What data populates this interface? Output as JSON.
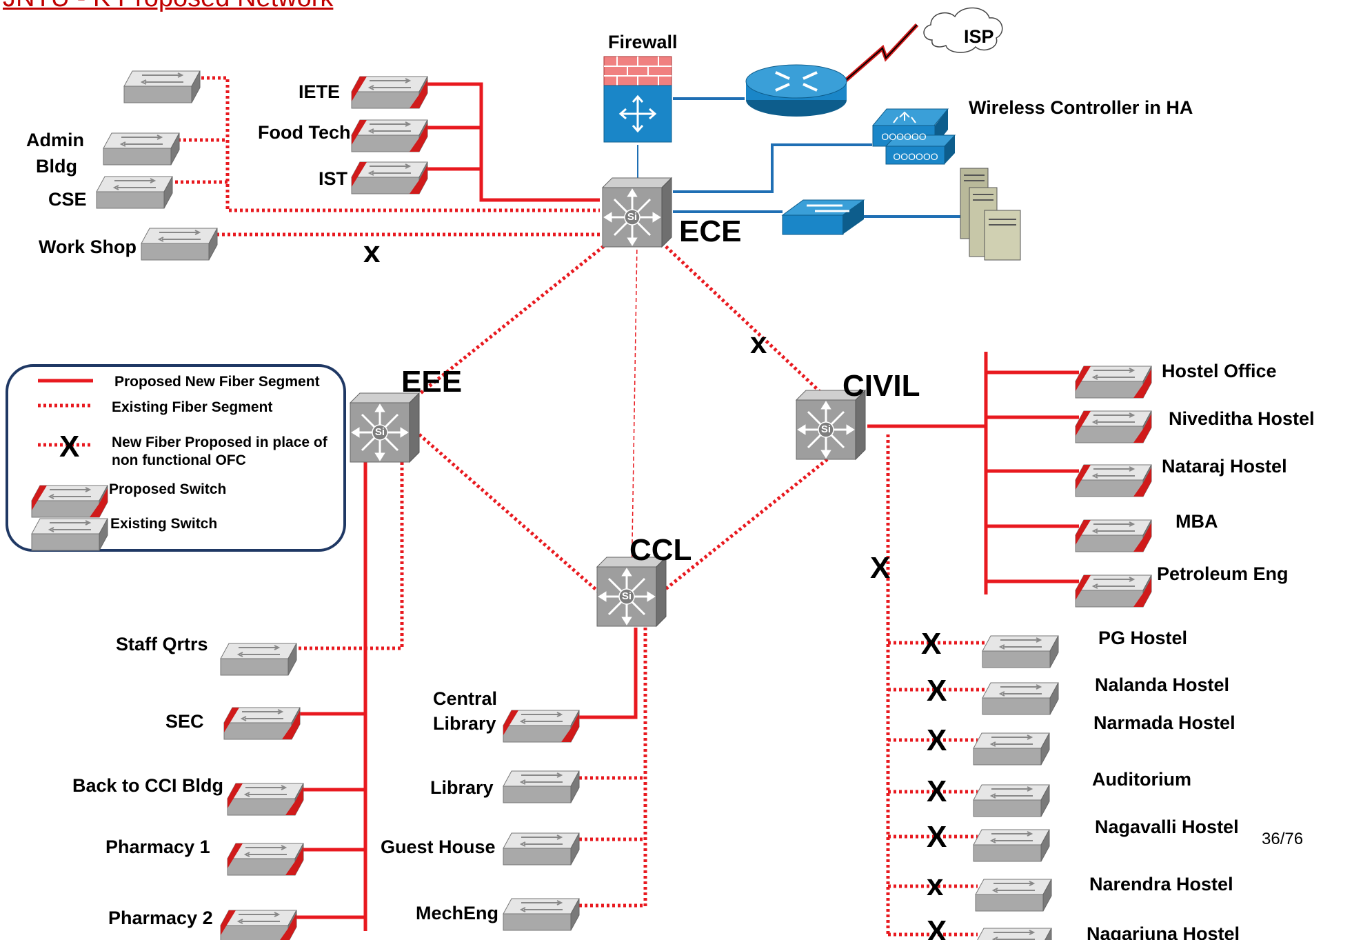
{
  "title": "JNTU - K Proposed Network",
  "page_number": "36/76",
  "colors": {
    "new_fiber": "#e8191f",
    "existing_fiber": "#e8191f",
    "uplink": "#1f6fb4",
    "legend_border": "#1f3864"
  },
  "core": {
    "ece": "ECE",
    "eee": "EEE",
    "civil": "CIVIL",
    "ccl": "CCL",
    "si": "Si"
  },
  "wan": {
    "firewall": "Firewall",
    "isp": "ISP",
    "wireless_controller": "Wireless Controller in HA"
  },
  "ece_existing": {
    "admin": "Admin Bldg",
    "admin_1": "Admin",
    "admin_2": "Bldg",
    "cse": "CSE",
    "workshop": "Work Shop"
  },
  "ece_new": {
    "iete": "IETE",
    "foodtech": "Food Tech",
    "ist": "IST"
  },
  "eee_branch": {
    "staff": "Staff Qrtrs",
    "sec": "SEC",
    "cci": "Back to CCI Bldg",
    "pharmacy1": "Pharmacy 1",
    "pharmacy2": "Pharmacy 2"
  },
  "ccl_branch": {
    "central_library": "Central Library",
    "central_1": "Central",
    "central_2": "Library",
    "library": "Library",
    "guest_house": "Guest House",
    "mecheng": "MechEng"
  },
  "civil_new": {
    "hostel_office": "Hostel Office",
    "niveditha": "Niveditha Hostel",
    "nataraj": "Nataraj Hostel",
    "mba": "MBA",
    "petroleum": "Petroleum Eng"
  },
  "civil_existing": {
    "pg": "PG Hostel",
    "nalanda": "Nalanda Hostel",
    "narmada": "Narmada Hostel",
    "auditorium": "Auditorium",
    "nagavalli": "Nagavalli Hostel",
    "narendra": "Narendra Hostel",
    "nagarjuna": "Nagarjuna Hostel"
  },
  "legend": {
    "new_fiber": "Proposed New Fiber Segment",
    "existing_fiber": "Existing Fiber Segment",
    "x_line1": "New Fiber Proposed in place of",
    "x_line2": "non functional OFC",
    "proposed_switch": "Proposed Switch",
    "existing_switch": "Existing Switch"
  },
  "x_mark": "X",
  "x_mark_small": "x",
  "icons": [
    "router-icon",
    "firewall-icon",
    "cloud-icon",
    "layer3-switch-icon",
    "access-switch-icon",
    "wireless-controller-icon",
    "server-icon"
  ]
}
